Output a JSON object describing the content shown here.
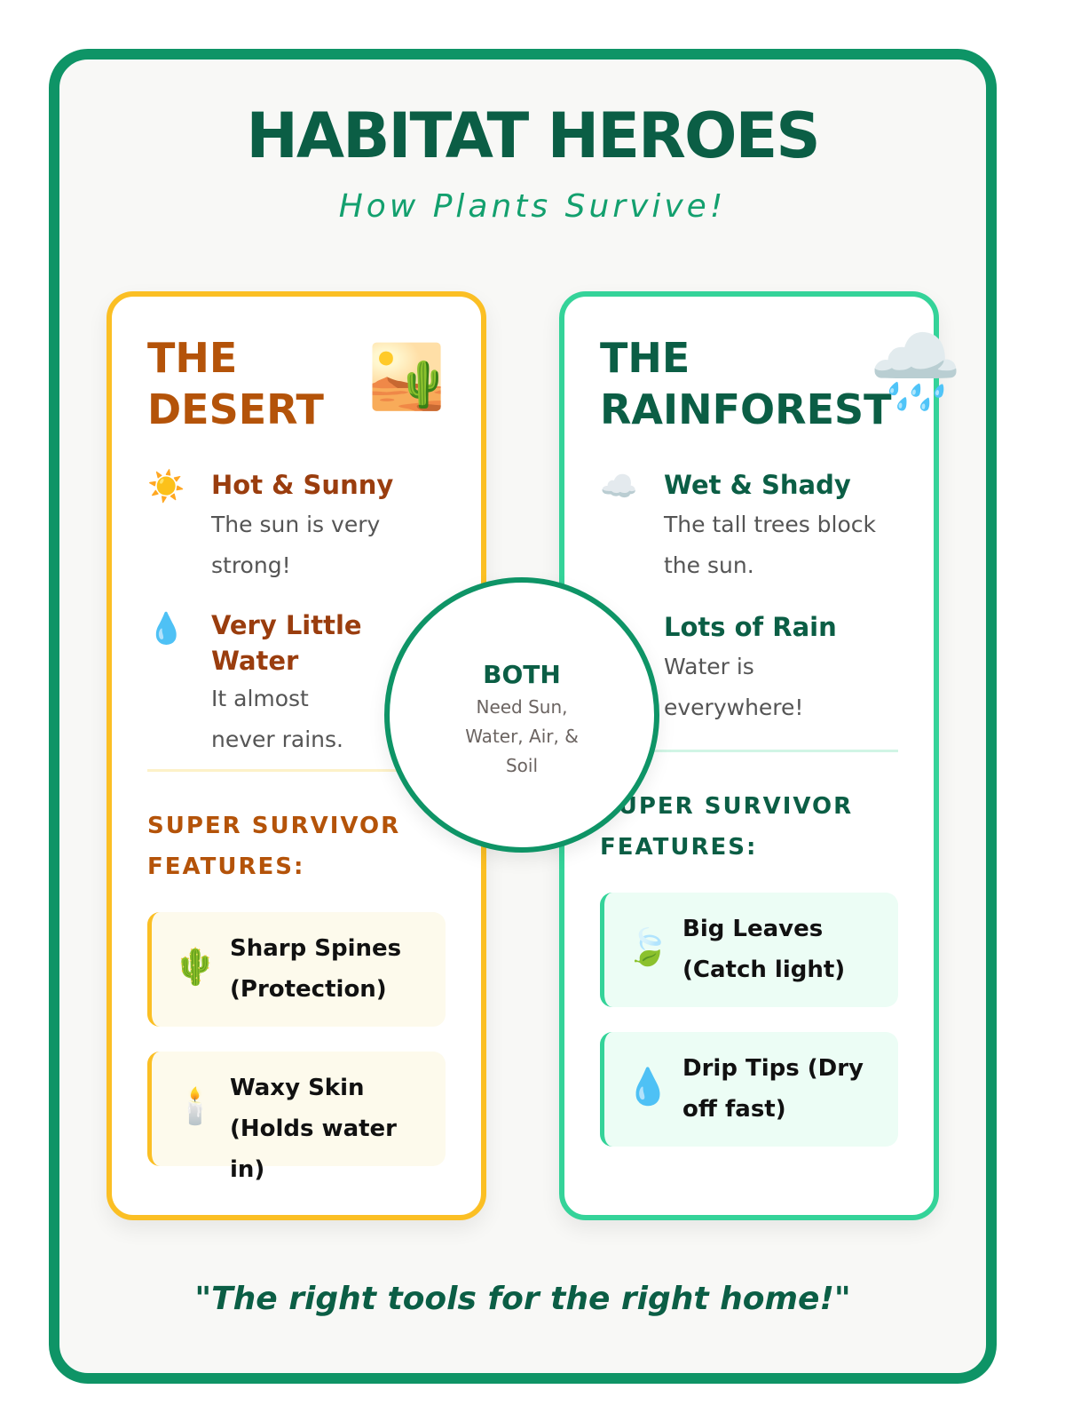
{
  "header": {
    "title": "HABITAT HEROES",
    "subtitle": "How Plants Survive!"
  },
  "desert": {
    "title_line1": "THE",
    "title_line2": "DESERT",
    "icon": "🏜️",
    "features": [
      {
        "icon": "☀️",
        "title": "Hot & Sunny",
        "desc": "The sun is very strong!"
      },
      {
        "icon": "💧",
        "title": "Very Little Water",
        "desc": "It almost never rains."
      }
    ],
    "section_label": "SUPER SURVIVOR FEATURES:",
    "adaptations": [
      {
        "icon": "🌵",
        "text": "Sharp Spines (Protection)"
      },
      {
        "icon": "🕯️",
        "text": "Waxy Skin (Holds water in)"
      }
    ]
  },
  "rainforest": {
    "title_line1": "THE",
    "title_line2": "RAINFOREST",
    "icon": "🌧️",
    "features": [
      {
        "icon": "☁️",
        "title": "Wet & Shady",
        "desc": "The tall trees block the sun."
      },
      {
        "icon": "",
        "title": "Lots of Rain",
        "desc": "Water is everywhere!"
      }
    ],
    "section_label": "SUPER SURVIVOR FEATURES:",
    "adaptations": [
      {
        "icon": "🍃",
        "text": "Big Leaves (Catch light)"
      },
      {
        "icon": "💧",
        "text": "Drip Tips (Dry off fast)"
      }
    ]
  },
  "both": {
    "title": "BOTH",
    "text": "Need Sun, Water, Air, & Soil"
  },
  "footer": {
    "quote": "\"The right tools for the right home!\""
  },
  "colors": {
    "frame": "#0e9466",
    "desert": "#fbbf24",
    "rainforest": "#34d399",
    "heading": "#0b5e45"
  }
}
